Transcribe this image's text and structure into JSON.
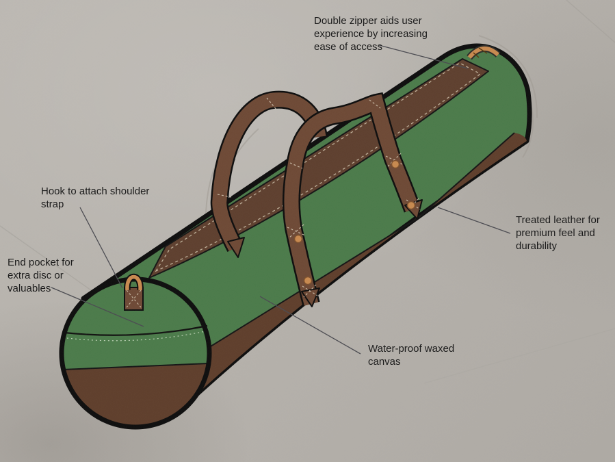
{
  "annotations": {
    "double_zipper": {
      "lines": [
        "Double zipper aids user",
        "experience by increasing",
        "ease of access"
      ],
      "target": "zipper-panel"
    },
    "hook": {
      "lines": [
        "Hook to attach shoulder",
        "strap"
      ],
      "target": "shoulder-strap-hook"
    },
    "end_pocket": {
      "lines": [
        "End pocket for",
        "extra disc or",
        "valuables"
      ],
      "target": "end-pocket"
    },
    "treated_leather": {
      "lines": [
        "Treated leather for",
        "premium feel and",
        "durability"
      ],
      "target": "leather-trim"
    },
    "waterproof": {
      "lines": [
        "Water-proof waxed",
        "canvas"
      ],
      "target": "canvas-body"
    }
  },
  "colors": {
    "background": "#b6b2ac",
    "canvas_green": "#4a7a49",
    "panel_brown": "#5d3e2d",
    "strap_brown": "#6d4834",
    "leather_dark": "#5e3d2a",
    "hardware_orange": "#c8894e",
    "outline": "#0c0c0c",
    "stitch_light": "#d8cdb8",
    "leader_line": "#4a4a50",
    "label_text": "#1c1c1c"
  }
}
